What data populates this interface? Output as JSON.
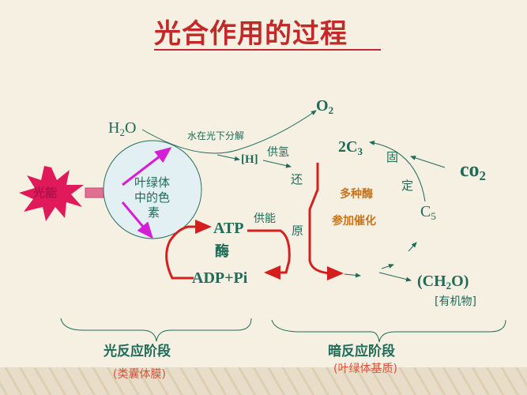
{
  "title": "光合作用的过程",
  "light_source": "光能",
  "pigment": {
    "line1": "叶绿体",
    "line2": "中的色",
    "line3": "素"
  },
  "water": {
    "main": "H",
    "sub": "2",
    "tail": "O"
  },
  "water_split": "水在光下分解",
  "oxygen": {
    "main": "O",
    "sub": "2"
  },
  "hydrogen": "[H]",
  "supply_hydrogen": "供氢",
  "reduction": {
    "char1": "还",
    "char2": "原"
  },
  "atp": "ATP",
  "enzyme": "酶",
  "adp": "ADP+Pi",
  "supply_energy": "供能",
  "c3": {
    "main": "2C",
    "sub": "3"
  },
  "fixation": {
    "char1": "固",
    "char2": "定"
  },
  "co2": {
    "main": "co",
    "sub": "2"
  },
  "c5": {
    "main": "C",
    "sub": "5"
  },
  "catalysis": {
    "line1": "多种酶",
    "line2": "参加催化"
  },
  "carbohydrate": {
    "open": "(CH",
    "sub": "2",
    "close": "O)"
  },
  "organic": "[有机物]",
  "light_stage": {
    "label": "光反应阶段",
    "location": "(类囊体膜)"
  },
  "dark_stage": {
    "label": "暗反应阶段",
    "location": "(叶绿体基质)"
  },
  "colors": {
    "text": "#1d6b58",
    "title": "#c22a2a",
    "red_cycle": "#d41f1f",
    "magenta": "#d41fd4",
    "star": "#e0195a",
    "orange": "#c8741c"
  }
}
